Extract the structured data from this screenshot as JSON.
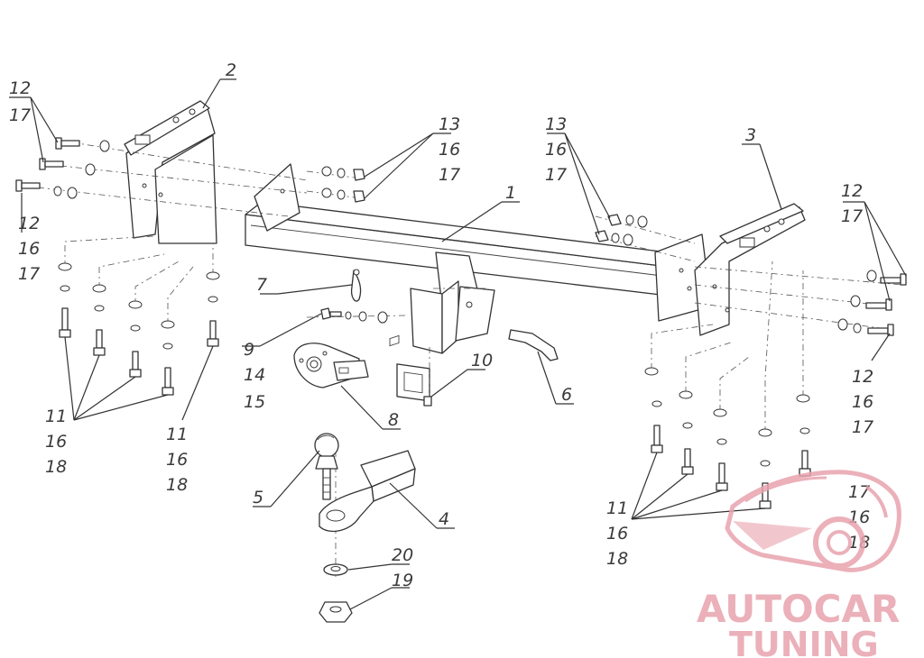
{
  "callouts": {
    "c2": "2",
    "c1": "1",
    "c3": "3",
    "c4": "4",
    "c5": "5",
    "c6": "6",
    "c7": "7",
    "c8": "8",
    "c9": "9",
    "c10": "10",
    "c20": "20",
    "c19": "19",
    "lt_12a": "12",
    "lt_17a": "17",
    "lt_12b": "12",
    "lt_16b": "16",
    "lt_17b": "17",
    "ctr_13": "13",
    "ctr_16": "16",
    "ctr_17": "17",
    "rt_13": "13",
    "rt_16": "16",
    "rt_17": "17",
    "rr_12a": "12",
    "rr_17a": "17",
    "rr_12b": "12",
    "rr_16b": "16",
    "rr_17b": "17",
    "l_11a": "11",
    "l_16a": "16",
    "l_18a": "18",
    "l_11b": "11",
    "l_16b": "16",
    "l_18b": "18",
    "h_14": "14",
    "h_15": "15",
    "r_11": "11",
    "r_16": "16",
    "r_18": "18",
    "r2_17": "17",
    "r2_16": "16",
    "r2_18": "18"
  },
  "watermark": {
    "line1": "AUTOCAR",
    "line2": "TUNING",
    "color": "#e8a3ad"
  }
}
